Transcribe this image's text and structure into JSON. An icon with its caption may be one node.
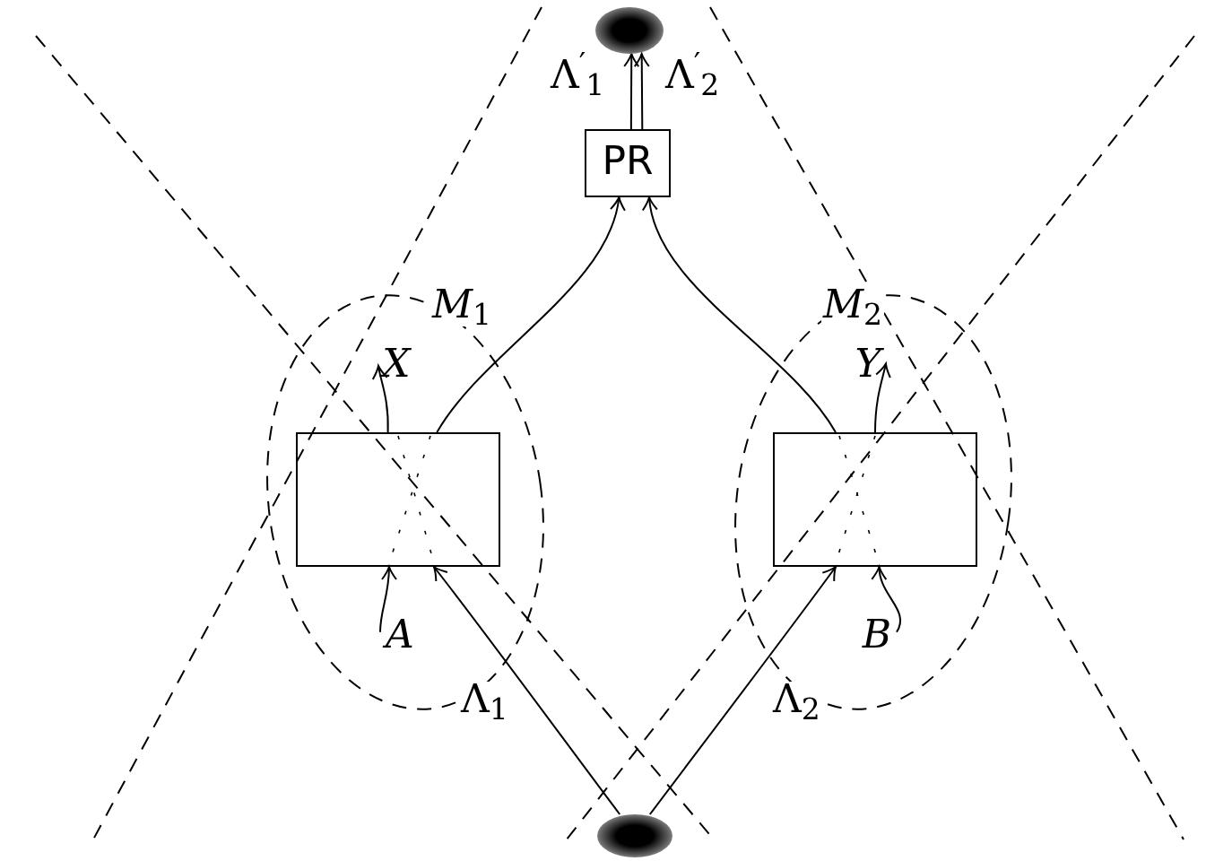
{
  "diagram": {
    "nodes": [
      {
        "text": [],
        "shape": "ellipse"
      },
      {
        "text": [
          "PR"
        ]
      },
      {
        "text": [
          "X"
        ]
      },
      {
        "text": [
          "Y"
        ]
      },
      {
        "text": [],
        "shape": "box"
      },
      {
        "text": [],
        "shape": "box"
      },
      {
        "text": [
          "A"
        ]
      },
      {
        "text": [
          "B"
        ]
      },
      {
        "text": [],
        "shape": "ellipse"
      }
    ],
    "edges": [
      {
        "from": 8,
        "to": 4,
        "arrow": "to",
        "label": "Λ$_{1}$"
      },
      {
        "from": 8,
        "to": 5,
        "arrow": "to",
        "label": "Λ$_{2}$"
      },
      {
        "from": 4,
        "to": 1,
        "arrow": "to",
        "label": "*M*$_{1}$"
      },
      {
        "from": 5,
        "to": 1,
        "arrow": "to",
        "label": "*M*$_{2}$"
      },
      {
        "from": 1,
        "to": 0,
        "arrow": "to",
        "label": "Λ$^{′}$$_{1}$"
      },
      {
        "from": 1,
        "to": 0,
        "arrow": "to",
        "label": "Λ$^{′}$$_{2}$"
      },
      {
        "from": 4,
        "to": 2,
        "arrow": "to"
      },
      {
        "from": 6,
        "to": 4,
        "arrow": "to"
      },
      {
        "from": 5,
        "to": 3,
        "arrow": "to"
      },
      {
        "from": 7,
        "to": 5,
        "arrow": "to"
      }
    ]
  }
}
